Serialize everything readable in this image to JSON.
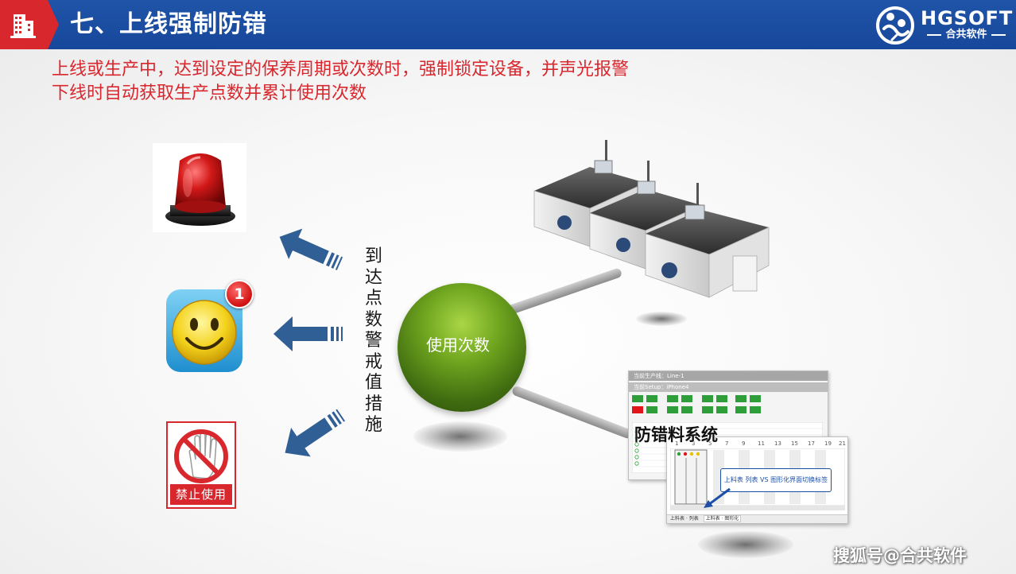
{
  "header": {
    "title": "七、上线强制防错",
    "logo_text": "HGSOFT",
    "logo_sub": "合共软件"
  },
  "description": {
    "line1": "上线或生产中，达到设定的保养周期或次数时，强制锁定设备，并声光报警",
    "line2": "下线时自动获取生产点数并累计使用次数"
  },
  "measures_text": [
    "到",
    "达",
    "点",
    "数",
    "警",
    "戒",
    "值",
    "措",
    "施"
  ],
  "center_node": {
    "label": "使用次数"
  },
  "notification_badge": "1",
  "prohibit_sign": {
    "label": "禁止使用"
  },
  "system_panel": {
    "title": "防错料系统",
    "callout": "上料表 列表 VS 图形化界面切换标签",
    "back_header": "当前生产线：Line-1",
    "back_subheader": "当前Setup：iPhone4",
    "column_numbers": [
      "1",
      "3",
      "5",
      "7",
      "9",
      "11",
      "13",
      "15",
      "17",
      "19",
      "21"
    ],
    "tabs": [
      "上料表 · 列表",
      "上料表 · 图形化"
    ]
  },
  "watermark": "搜狐号@合共软件",
  "colors": {
    "header_blue": "#1f54a8",
    "accent_red": "#d9272e",
    "arrow_blue": "#2f5f95",
    "sphere_green": "#6fa51f"
  }
}
